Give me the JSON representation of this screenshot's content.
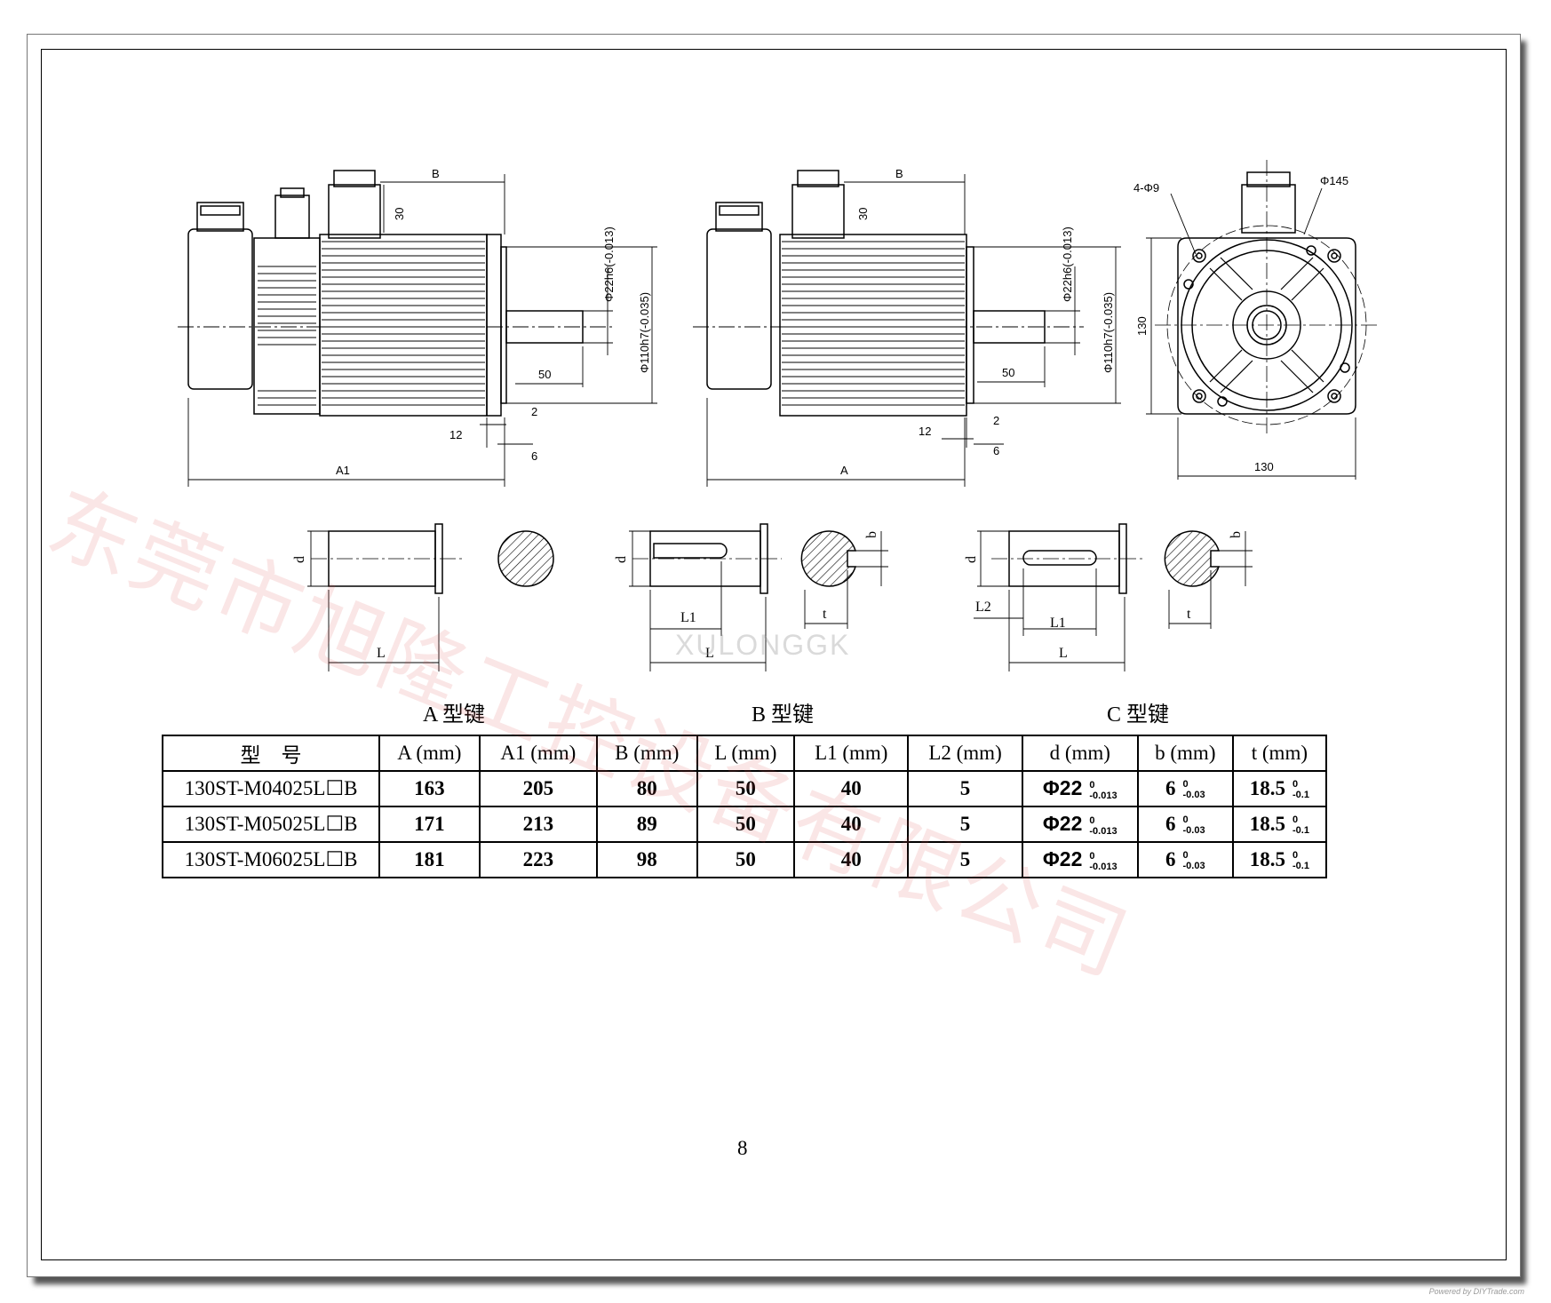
{
  "drawing_labels": {
    "front_view_1": {
      "B": "B",
      "dim_30": "30",
      "shaft_d": "Φ22h6(-0.013)",
      "flange_d": "Φ110h7(-0.035)",
      "dim_50": "50",
      "dim_2": "2",
      "dim_12": "12",
      "dim_6": "6",
      "overall": "A1"
    },
    "front_view_2": {
      "B": "B",
      "dim_30": "30",
      "shaft_d": "Φ22h6(-0.013)",
      "flange_d": "Φ110h7(-0.035)",
      "dim_50": "50",
      "dim_2": "2",
      "dim_12": "12",
      "dim_6": "6",
      "overall": "A"
    },
    "end_view": {
      "holes": "4-Φ9",
      "pcd": "Φ145",
      "height": "130",
      "width": "130"
    }
  },
  "keys": {
    "a": {
      "caption": "A 型键",
      "d": "d",
      "L": "L"
    },
    "b": {
      "caption": "B 型键",
      "d": "d",
      "L1": "L1",
      "L": "L",
      "b": "b",
      "t": "t"
    },
    "c": {
      "caption": "C 型键",
      "d": "d",
      "L2": "L2",
      "L1": "L1",
      "L": "L",
      "b": "b",
      "t": "t"
    }
  },
  "watermark": {
    "cn": "东莞市旭隆工控设备有限公司",
    "en": "XULONGGK"
  },
  "table": {
    "headers": [
      "型　号",
      "A (mm)",
      "A1 (mm)",
      "B (mm)",
      "L (mm)",
      "L1 (mm)",
      "L2 (mm)",
      "d (mm)",
      "b (mm)",
      "t (mm)"
    ],
    "rows": [
      {
        "model": "130ST-M04025L☐B",
        "A": "163",
        "A1": "205",
        "B": "80",
        "L": "50",
        "L1": "40",
        "L2": "5",
        "d": "Φ22",
        "d_up": "0",
        "d_low": "-0.013",
        "b": "6",
        "b_up": "0",
        "b_low": "-0.03",
        "t": "18.5",
        "t_up": "0",
        "t_low": "-0.1"
      },
      {
        "model": "130ST-M05025L☐B",
        "A": "171",
        "A1": "213",
        "B": "89",
        "L": "50",
        "L1": "40",
        "L2": "5",
        "d": "Φ22",
        "d_up": "0",
        "d_low": "-0.013",
        "b": "6",
        "b_up": "0",
        "b_low": "-0.03",
        "t": "18.5",
        "t_up": "0",
        "t_low": "-0.1"
      },
      {
        "model": "130ST-M06025L☐B",
        "A": "181",
        "A1": "223",
        "B": "98",
        "L": "50",
        "L1": "40",
        "L2": "5",
        "d": "Φ22",
        "d_up": "0",
        "d_low": "-0.013",
        "b": "6",
        "b_up": "0",
        "b_low": "-0.03",
        "t": "18.5",
        "t_up": "0",
        "t_low": "-0.1"
      }
    ]
  },
  "page_number": "8",
  "footer_credit": "Powered by DIYTrade.com"
}
